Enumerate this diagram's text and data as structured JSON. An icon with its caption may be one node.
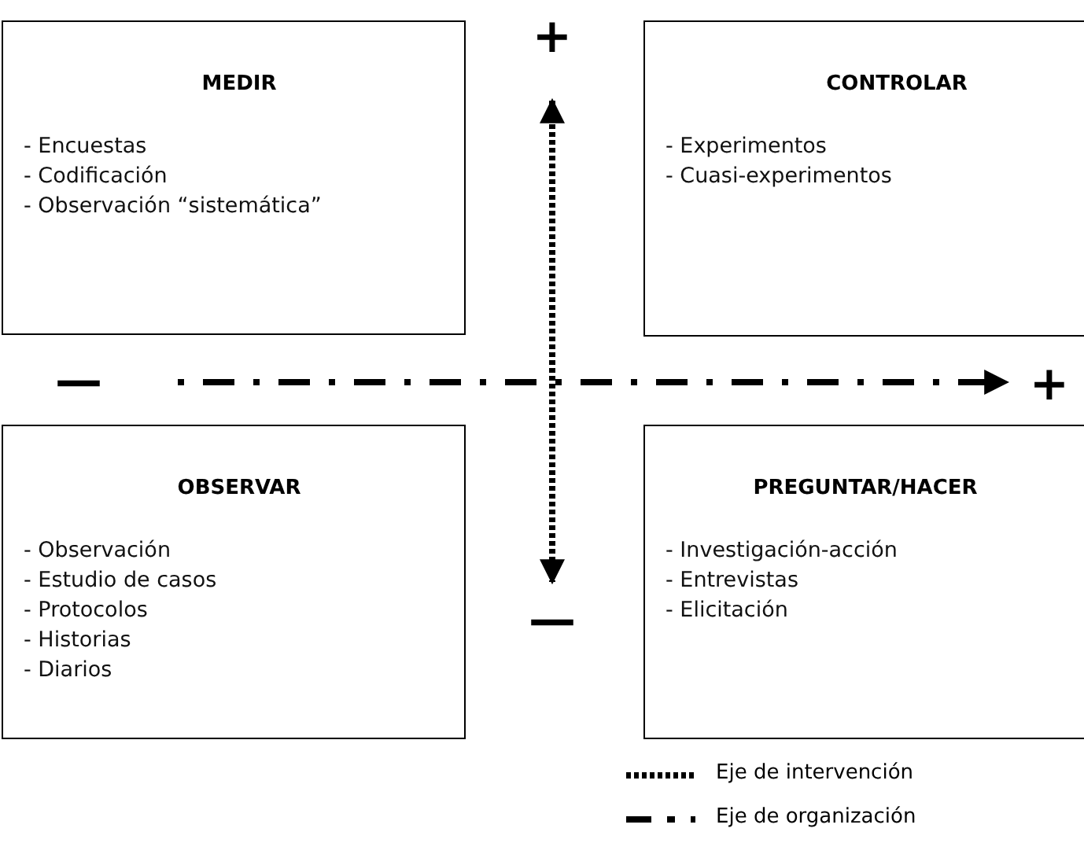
{
  "diagram": {
    "nodes": [
      {
        "text": [
          "MEDIR",
          "- Encuestas",
          "- Codificación",
          "- Observación “sistemática”"
        ]
      },
      {
        "text": [
          "CONTROLAR",
          "- Experimentos",
          "- Cuasi-experimentos"
        ]
      },
      {
        "text": [
          "OBSERVAR",
          "- Observación",
          "- Estudio de casos",
          "- Protocolos",
          "- Historias",
          "- Diarios"
        ]
      },
      {
        "text": [
          "PREGUNTAR/HACER",
          "- Investigación-acción",
          "- Entrevistas",
          "- Elicitación"
        ]
      }
    ],
    "edges": [],
    "labels": [
      "+",
      "—",
      "+",
      "—"
    ],
    "legend": [
      {
        "text": "Eje de intervención"
      },
      {
        "text": "Eje de organización"
      }
    ]
  }
}
